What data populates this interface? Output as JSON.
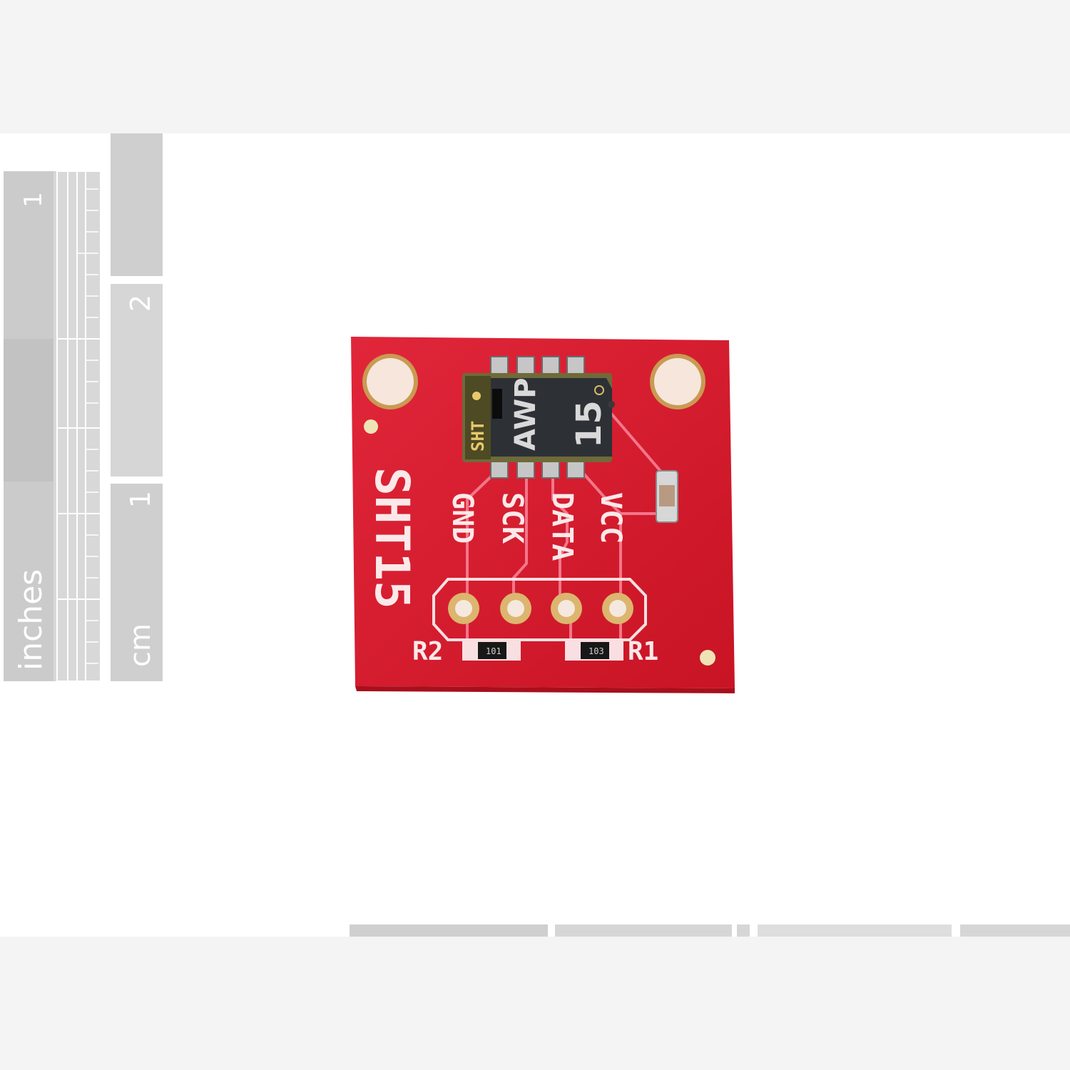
{
  "ruler": {
    "inches_label": "inches",
    "inches_mark_1": "1",
    "cm_label": "cm",
    "cm_mark_1": "1",
    "cm_mark_2": "2"
  },
  "board": {
    "title": "SHT15",
    "pin_gnd": "GND",
    "pin_sck": "SCK",
    "pin_data": "DATA",
    "pin_vcc": "VCC",
    "resistor_left": "R2",
    "resistor_right": "R1",
    "color": "#d8202e"
  },
  "sensor": {
    "silk_label": "SHT",
    "marking_top": "AWP",
    "marking_number": "15"
  },
  "resistors": {
    "left_code": "101",
    "right_code": "103"
  }
}
